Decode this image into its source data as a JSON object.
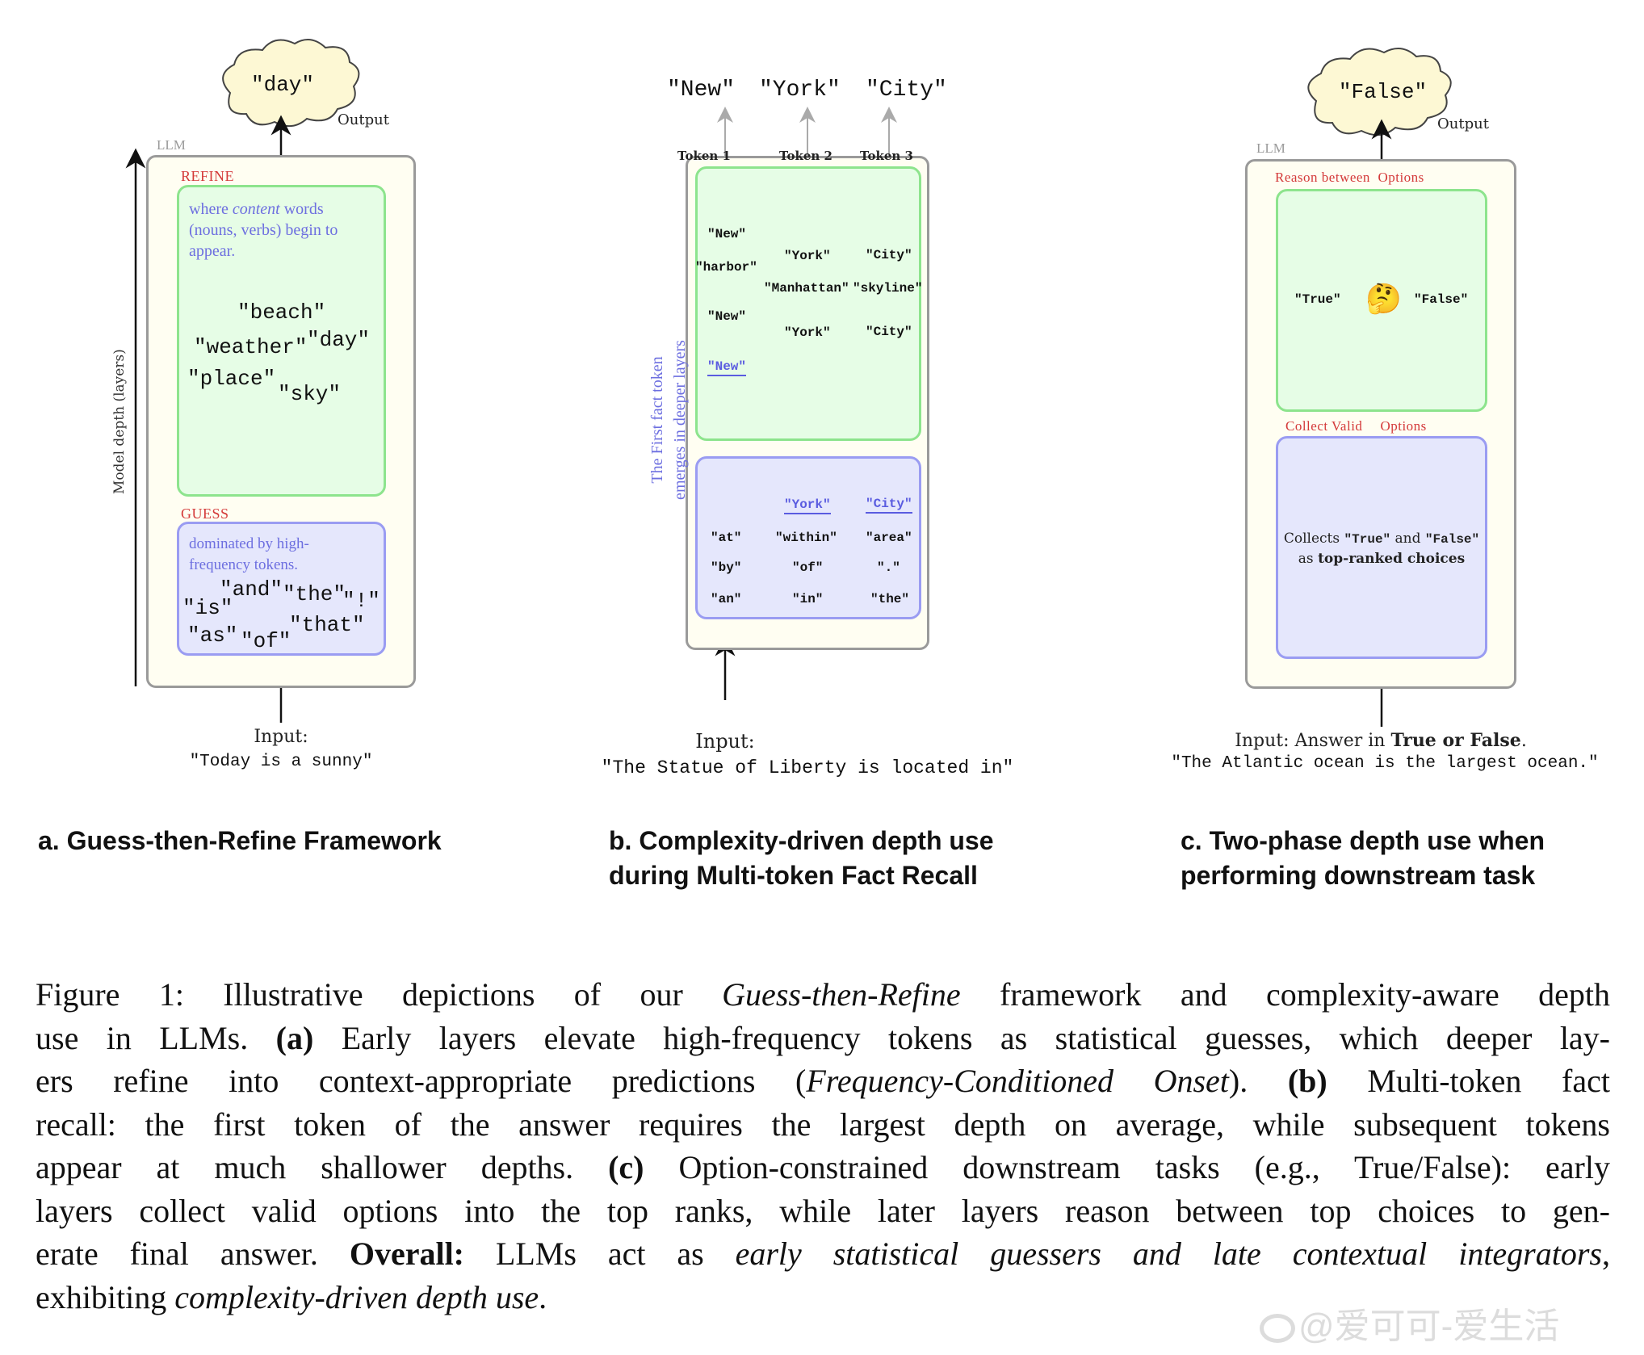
{
  "panel_a": {
    "output_token": "\"day\"",
    "output_label": "Output",
    "llm_label": "LLM",
    "axis_label": "Model depth (layers)",
    "refine_label": "REFINE",
    "refine_note_pre": "where ",
    "refine_note_em": "content",
    "refine_note_post": " words (nouns, verbs) begin to appear.",
    "refine_tokens": [
      "\"beach\"",
      "\"weather\"",
      "\"day\"",
      "\"place\"",
      "\"sky\""
    ],
    "guess_label": "GUESS",
    "guess_note": "dominated by high-frequency tokens.",
    "guess_tokens": [
      "\"and\"",
      "\"the\"",
      "\"is\"",
      "\"!\"",
      "\"that\"",
      "\"as\"",
      "\"of\""
    ],
    "input_label": "Input:",
    "input_text": "\"Today is a sunny\"",
    "subcaption": "a.  Guess-then-Refine Framework"
  },
  "panel_b": {
    "outputs": [
      "\"New\"",
      "\"York\"",
      "\"City\""
    ],
    "token_headers": [
      "Token 1",
      "Token 2",
      "Token 3"
    ],
    "green_tokens": {
      "col1": [
        "\"New\"",
        "\"harbor\"",
        "\"New\""
      ],
      "col2": [
        "\"York\"",
        "\"Manhattan\"",
        "\"York\""
      ],
      "col3": [
        "\"City\"",
        "\"skyline\"",
        "\"City\""
      ]
    },
    "emergence": [
      "\"New\"",
      "\"York\"",
      "\"City\""
    ],
    "blue_tokens": {
      "col1": [
        "\"at\"",
        "\"by\"",
        "\"an\""
      ],
      "col2": [
        "\"within\"",
        "\"of\"",
        "\"in\""
      ],
      "col3": [
        "\"area\"",
        "\".\"",
        "\"the\""
      ]
    },
    "side_note_line1": "The First fact token",
    "side_note_line2": "emerges in deeper layers",
    "input_label": "Input:",
    "input_text": "\"The Statue of Liberty is located in\"",
    "subcaption_line1": "b.  Complexity-driven depth use",
    "subcaption_line2": "during Multi-token Fact Recall"
  },
  "panel_c": {
    "output_token": "\"False\"",
    "output_label": "Output",
    "llm_label": "LLM",
    "reason_label_1": "Reason between",
    "reason_label_2": "Options",
    "option_true": "\"True\"",
    "option_false": "\"False\"",
    "thinking_emoji": "🤔",
    "collect_label_1": "Collect  Valid",
    "collect_label_2": "Options",
    "collects_pre": "Collects ",
    "collects_true": "\"True\"",
    "collects_mid": " and ",
    "collects_false": "\"False\"",
    "collects_as": "as ",
    "collects_bold": "top-ranked choices",
    "input_pre": "Input:  Answer in ",
    "input_bold": "True or False",
    "input_post": ".",
    "input_text": "\"The Atlantic ocean is the largest ocean.\"",
    "subcaption_line1": "c.  Two-phase depth use when",
    "subcaption_line2": "performing downstream task"
  },
  "caption": {
    "lines": [
      [
        {
          "t": "Figure 1:  Illustrative depictions of our "
        },
        {
          "t": "Guess-then-Refine",
          "s": "i"
        },
        {
          "t": " framework and complexity-aware depth"
        }
      ],
      [
        {
          "t": "use in LLMs. "
        },
        {
          "t": "(a)",
          "s": "b"
        },
        {
          "t": " Early layers elevate high-frequency tokens as statistical guesses, which deeper lay-"
        }
      ],
      [
        {
          "t": "ers refine into context-appropriate predictions ("
        },
        {
          "t": "Frequency-Conditioned Onset",
          "s": "i"
        },
        {
          "t": "). "
        },
        {
          "t": "(b)",
          "s": "b"
        },
        {
          "t": " Multi-token fact"
        }
      ],
      [
        {
          "t": "recall:  the first token of the answer requires the largest depth on average, while subsequent tokens"
        }
      ],
      [
        {
          "t": "appear at much shallower depths. "
        },
        {
          "t": "(c)",
          "s": "b"
        },
        {
          "t": " Option-constrained downstream tasks (e.g., True/False): early"
        }
      ],
      [
        {
          "t": "layers collect valid options into the top ranks, while later layers reason between top choices to gen-"
        }
      ],
      [
        {
          "t": "erate final answer. "
        },
        {
          "t": "Overall:",
          "s": "b"
        },
        {
          "t": " LLMs act as "
        },
        {
          "t": "early statistical guessers and late contextual integrators",
          "s": "i"
        },
        {
          "t": ","
        }
      ],
      [
        {
          "t": "exhibiting "
        },
        {
          "t": "complexity-driven depth use",
          "s": "i"
        },
        {
          "t": "."
        }
      ]
    ]
  },
  "watermark": "@爱可可-爱生活",
  "colors": {
    "refine_red": "#d43a3a",
    "note_blue": "#6d6fe0",
    "green_fill": "#e6fde6",
    "green_border": "#8de48d",
    "blue_fill": "#e5e7fc",
    "blue_border": "#9a9cf2",
    "llm_fill": "#fffef2",
    "cloud_fill": "#fdf8d4"
  }
}
